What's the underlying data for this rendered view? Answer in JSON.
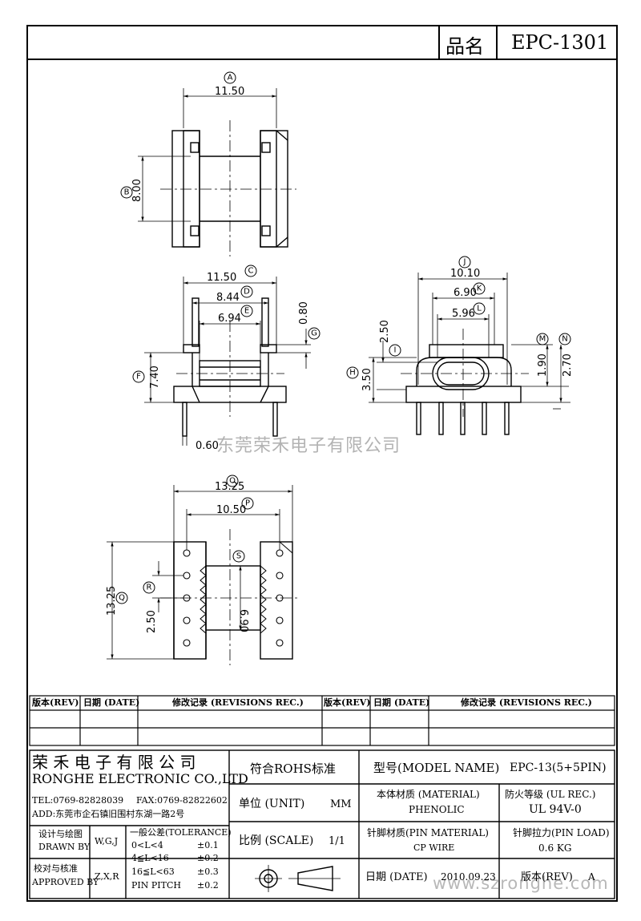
{
  "header": {
    "name_label": "品名",
    "part_no": "EPC-1301"
  },
  "watermark_center": "东莞荣禾电子有限公司",
  "watermark_url": "www.szronghe.com",
  "dims": {
    "A": "A",
    "A_val": "11.50",
    "B": "B",
    "B_val": "8.00",
    "C": "C",
    "C_val": "11.50",
    "D": "D",
    "D_val": "8.44",
    "E": "E",
    "E_val": "6.94",
    "G": "G",
    "G_val": "0.80",
    "F": "F",
    "F_val": "7.40",
    "pin_val": "0.60",
    "J": "J",
    "J_val": "10.10",
    "K": "K",
    "K_val": "6.90",
    "L": "L",
    "L_val": "5.96",
    "I": "I",
    "I_val": "2.50",
    "H": "H",
    "H_val": "3.50",
    "M": "M",
    "M_val": "1.90",
    "N": "N",
    "N_val": "2.70",
    "O": "O",
    "O_val": "13.25",
    "P": "P",
    "P_val": "10.50",
    "Q": "Q",
    "Q_val": "13.25",
    "R": "R",
    "R_val": "2.50",
    "S": "S",
    "S_val": "6.90"
  },
  "revisions": {
    "col_rev": "版本(REV)",
    "col_date": "日期 (DATE)",
    "col_rec": "修改记录 (REVISIONS REC.)"
  },
  "title_block": {
    "company_cn": "荣 禾 电 子 有 限 公 司",
    "company_en": "RONGHE ELECTRONIC CO.,LTD",
    "tel": "TEL:0769-82828039",
    "fax": "FAX:0769-82822602",
    "addr": "ADD:东莞市企石镇旧围村东湖一路2号",
    "rohs": "符合ROHS标准",
    "model_label": "型号(MODEL NAME)",
    "model_value": "EPC-13(5+5PIN)",
    "unit_label": "单位 (UNIT)",
    "unit_value": "MM",
    "material_label": "本体材质 (MATERIAL)",
    "material_value": "PHENOLIC",
    "fire_label": "防火等级 (UL REC.)",
    "fire_value": "UL 94V-0",
    "scale_label": "比例 (SCALE)",
    "scale_value": "1/1",
    "pin_mat_label": "针脚材质(PIN MATERIAL)",
    "pin_mat_value": "CP WIRE",
    "pin_load_label": "针脚拉力(PIN LOAD)",
    "pin_load_value": "0.6 KG",
    "date_label": "日期 (DATE)",
    "date_value": "2010.09.23",
    "rev_label": "版本(REV)",
    "rev_value": "A",
    "drawn_cn": "设计与绘图",
    "drawn_en": "DRAWN BY",
    "drawn_val": "W,G,J",
    "approved_cn": "校对与核准",
    "approved_en": "APPROVED BY",
    "approved_val": "Z,X,R",
    "tol_title": "一般公差(TOLERANCE)",
    "tol1_l": "0<L<4",
    "tol1_v": "±0.1",
    "tol2_l": "4≦L<16",
    "tol2_v": "±0.2",
    "tol3_l": "16≦L<63",
    "tol3_v": "±0.3",
    "tol4_l": "PIN PITCH",
    "tol4_v": "±0.2"
  }
}
